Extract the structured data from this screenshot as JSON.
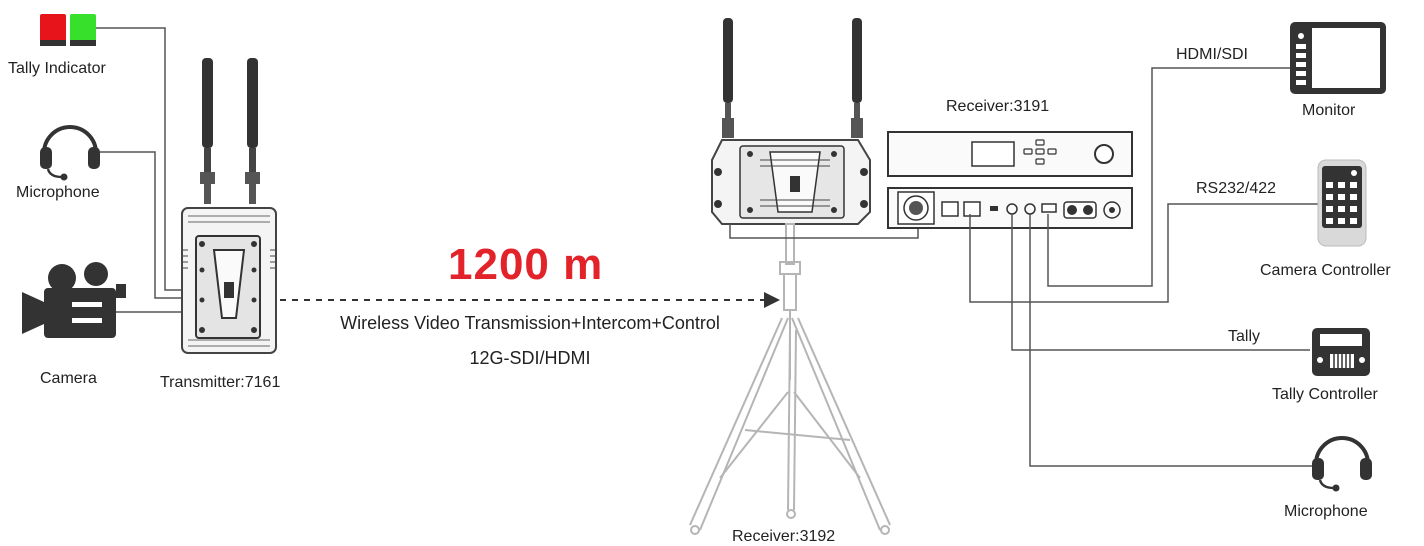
{
  "labels": {
    "tally_indicator": "Tally Indicator",
    "microphone_left": "Microphone",
    "camera": "Camera",
    "transmitter": "Transmitter:7161",
    "distance": "1200 m",
    "link_description": "Wireless Video Transmission+Intercom+Control",
    "link_format": "12G-SDI/HDMI",
    "receiver_3191": "Receiver:3191",
    "receiver_3192": "Receiver:3192",
    "hdmi_sdi": "HDMI/SDI",
    "monitor": "Monitor",
    "rs232": "RS232/422",
    "camera_controller": "Camera Controller",
    "tally": "Tally",
    "tally_controller": "Tally Controller",
    "microphone_right": "Microphone"
  },
  "colors": {
    "tally_red": "#e8141b",
    "tally_green": "#37e02b",
    "accent_red": "#e3232a",
    "line": "#555555",
    "device_dark": "#333333"
  },
  "icons": {
    "tally": "tally-light-icon",
    "headset": "headset-icon",
    "camera": "video-camera-icon",
    "monitor": "monitor-icon",
    "remote": "camera-controller-icon",
    "tally_controller": "tally-controller-icon"
  }
}
